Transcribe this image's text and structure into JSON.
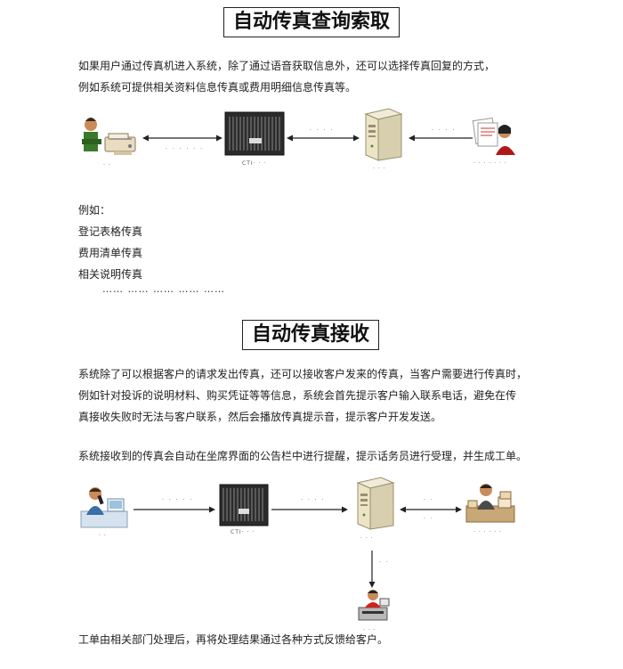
{
  "section1": {
    "title": "自动传真查询索取",
    "intro": [
      "如果用户通过传真机进入系统，除了通过语音获取信息外，还可以选择传真回复的方式，",
      "例如系统可提供相关资料信息传真或费用明细信息传真等。"
    ],
    "diagram": {
      "caption_user": "· ·",
      "caption_cti": "CTI· · ·",
      "caption_server": "· · ·",
      "caption_agent": "· · · · · · ·",
      "arrow1_label": "· · · · · ·",
      "arrow2_label": "· · · ·",
      "arrow3_label": "· · · ·"
    },
    "examples_header": "例如：",
    "examples": [
      "登记表格传真",
      "费用清单传真",
      "相关说明传真"
    ],
    "ellipsis": "…… …… …… …… ……"
  },
  "section2": {
    "title": "自动传真接收",
    "intro": [
      "系统除了可以根据客户的请求发出传真，还可以接收客户发来的传真，当客户需要进行传真时，",
      "例如针对投诉的说明材料、购买凭证等等信息，系统会首先提示客户输入联系电话，避免在传",
      "真接收失败时无法与客户联系，然后会播放传真提示音，提示客户开发发送。"
    ],
    "intro2": "系统接收到的传真会自动在坐席界面的公告栏中进行提醒，提示话务员进行受理，并生成工单。",
    "diagram": {
      "caption_user": "· ·",
      "caption_cti": "CTI· · ·",
      "caption_server": "· · ·",
      "caption_agent": "· · · · · ·",
      "caption_printer": "· · ·",
      "arrow1_label": "· · · · ·",
      "arrow2_label": "· · · ·",
      "arrow3_label_top": "· ·",
      "arrow3_label_bottom": "· ·",
      "arrow4_label": "· ·"
    },
    "closing": "工单由相关部门处理后，再将处理结果通过各种方式反馈给客户。"
  }
}
